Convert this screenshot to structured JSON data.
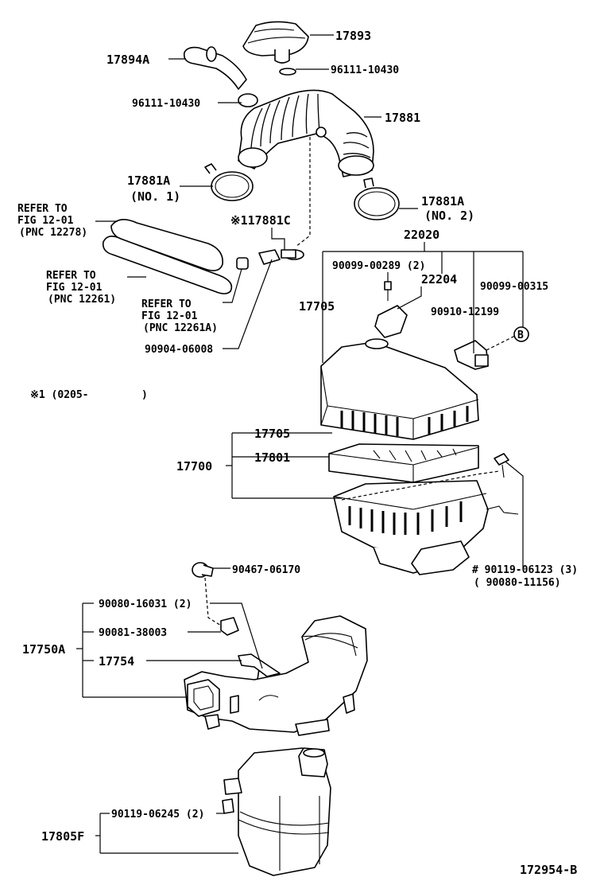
{
  "diagram_id": "172954-B",
  "labels": {
    "p17893": "17893",
    "p17894A": "17894A",
    "p96111_10430_a": "96111-10430",
    "p96111_10430_b": "96111-10430",
    "p17881": "17881",
    "p17881A_1": "17881A",
    "p17881A_1_sub": "(NO. 1)",
    "p17881A_2": "17881A",
    "p17881A_2_sub": "(NO. 2)",
    "p17881C": "※117881C",
    "ref1": [
      "REFER TO",
      "FIG 12-01",
      "(PNC 12278)"
    ],
    "ref2": [
      "REFER TO",
      "FIG 12-01",
      "(PNC 12261)"
    ],
    "ref3": [
      "REFER TO",
      "FIG 12-01",
      "(PNC 12261A)"
    ],
    "p90904_06008": "90904-06008",
    "note1": "※1 (0205-",
    "note1_close": ")",
    "p22020": "22020",
    "p90099_00289": "90099-00289 (2)",
    "p22204": "22204",
    "p90099_00315": "90099-00315",
    "p17705_top": "17705",
    "p90910_12199": "90910-12199",
    "circleB": "B",
    "p17705": "17705",
    "p17801": "17801",
    "p17700": "17700",
    "p90119_06123": "# 90119-06123 (3)",
    "p90080_11156": "( 90080-11156)",
    "p90467_06170": "90467-06170",
    "p90080_16031": "90080-16031 (2)",
    "p90081_38003": "90081-38003",
    "p17750A": "17750A",
    "p17754": "17754",
    "p90119_06245": "90119-06245 (2)",
    "p17805F": "17805F"
  }
}
